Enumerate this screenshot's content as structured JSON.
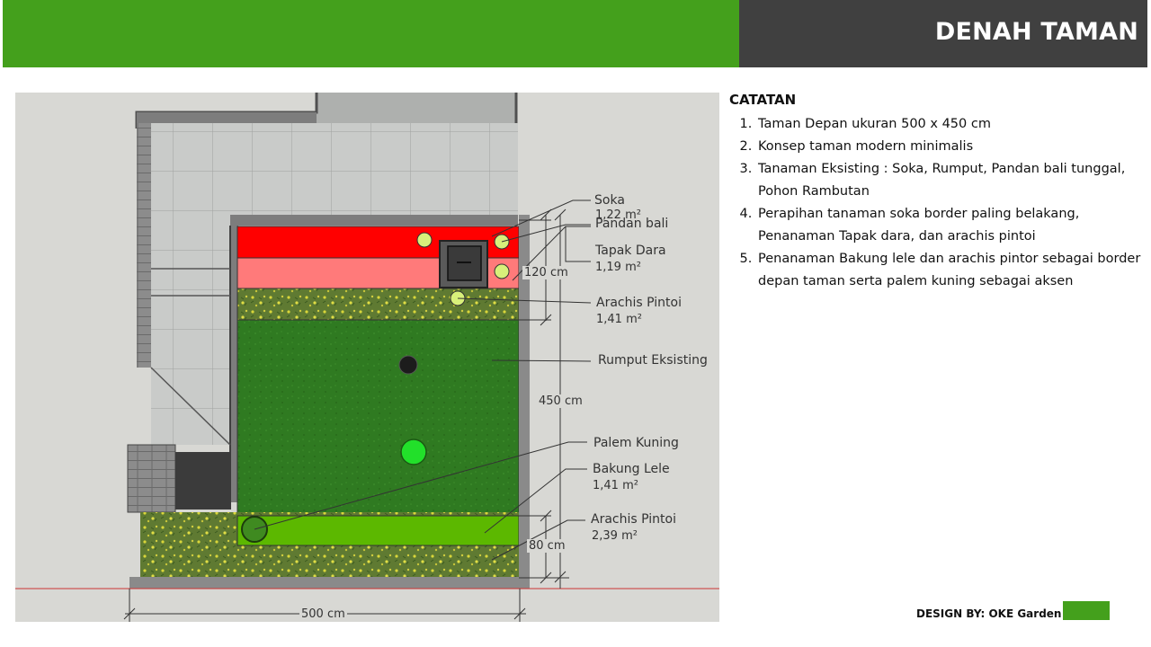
{
  "header": {
    "title": "DENAH TAMAN"
  },
  "colors": {
    "header_green": "#44a01c",
    "header_dark": "#404040",
    "soka": "#ff0000",
    "tapak_dara": "#ff7a7a",
    "rumput": "#2d7d1f",
    "bakung": "#5cb800"
  },
  "plan": {
    "labels": {
      "soka": "Soka",
      "soka_area": "1,22 m²",
      "pandan": "Pandan bali",
      "tapak_dara": "Tapak Dara",
      "tapak_dara_area": "1,19 m²",
      "arachis_top": "Arachis Pintoi",
      "arachis_top_area": "1,41 m²",
      "rumput": "Rumput Eksisting",
      "palem": "Palem Kuning",
      "bakung": "Bakung Lele",
      "bakung_area": "1,41 m²",
      "arachis_bottom": "Arachis Pintoi",
      "arachis_bottom_area": "2,39 m²"
    },
    "dimensions": {
      "d120": "120 cm",
      "d450": "450 cm",
      "d80": "80 cm",
      "d500": "500 cm"
    }
  },
  "notes": {
    "title": "CATATAN",
    "items": [
      "Taman Depan ukuran 500 x 450 cm",
      "Konsep taman modern minimalis",
      "Tanaman Eksisting : Soka, Rumput, Pandan bali tunggal, Pohon Rambutan",
      "Perapihan tanaman soka border paling belakang, Penanaman Tapak dara, dan arachis pintoi",
      "Penanaman Bakung lele dan arachis pintor sebagai border depan taman serta palem kuning sebagai aksen"
    ]
  },
  "footer": {
    "credit": "DESIGN BY: OKE Garden"
  }
}
